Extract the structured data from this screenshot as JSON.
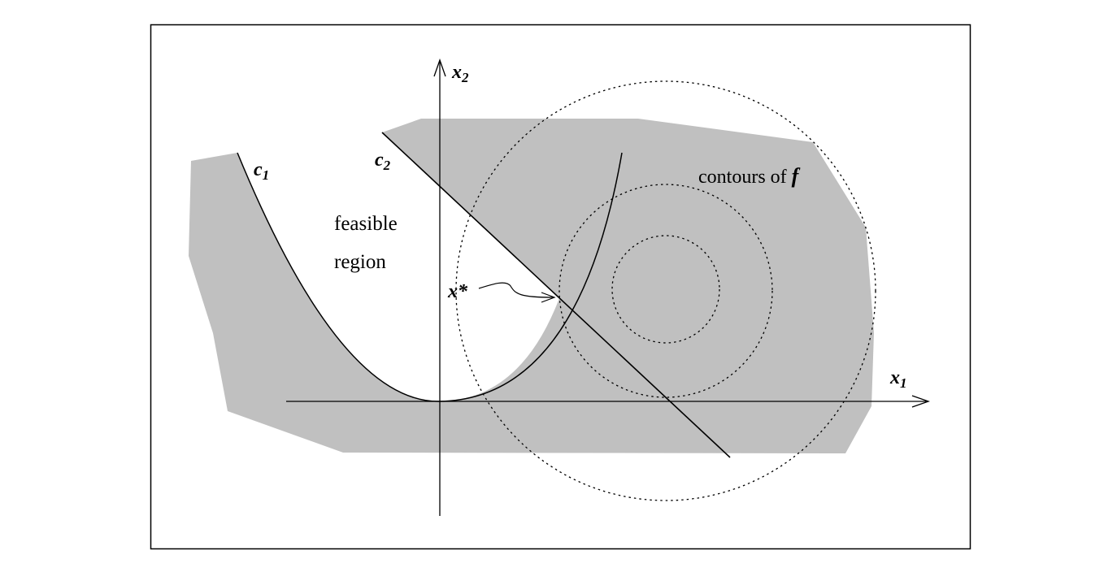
{
  "colors": {
    "infeasible_fill": "#c0c0c0",
    "ink": "#000000",
    "background": "#ffffff"
  },
  "labels": {
    "x_axis_main": "x",
    "x_axis_sub": "1",
    "y_axis_main": "x",
    "y_axis_sub": "2",
    "c1_main": "c",
    "c1_sub": "1",
    "c2_main": "c",
    "c2_sub": "2",
    "feasible_line1": "feasible",
    "feasible_line2": "region",
    "optimum": "x*",
    "contours_text": "contours of",
    "contours_f": "f"
  }
}
